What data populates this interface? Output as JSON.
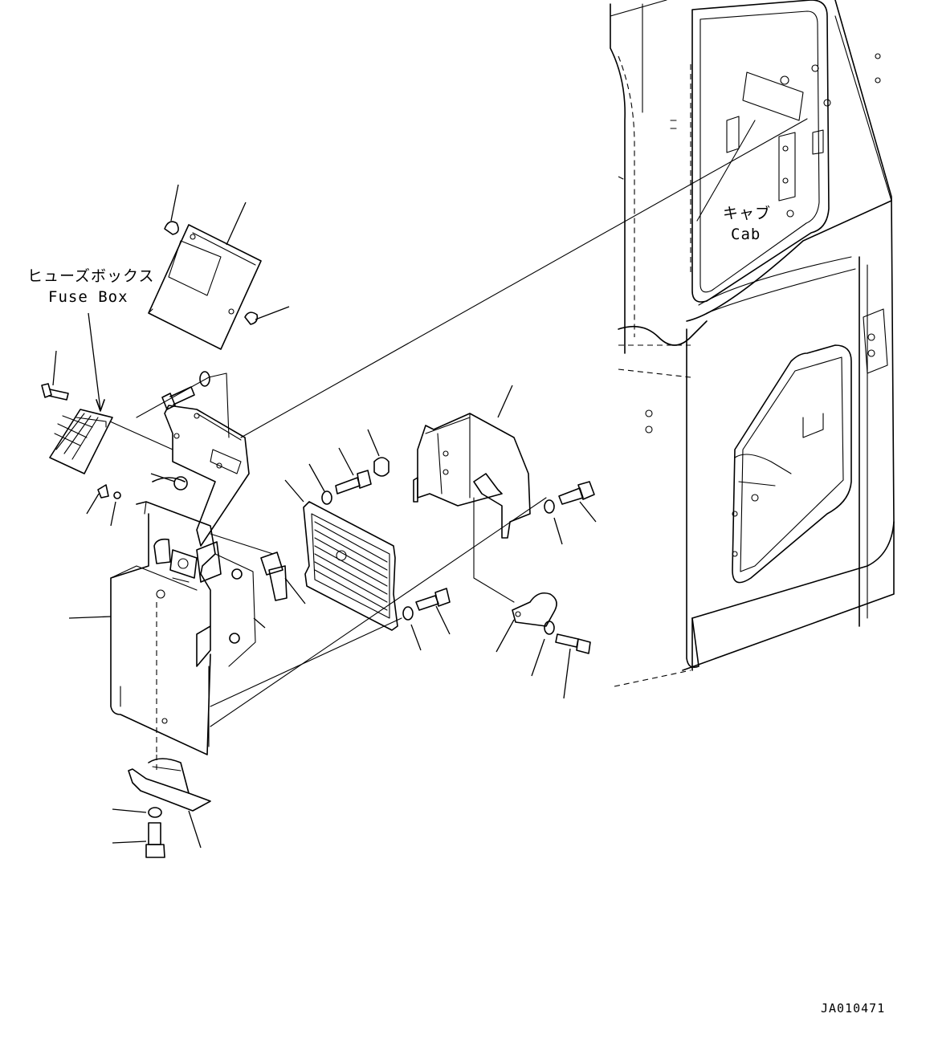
{
  "labels": {
    "fuse_box_jp": "ヒューズボックス",
    "fuse_box_en": "Fuse Box",
    "cab_jp": "キャブ",
    "cab_en": "Cab"
  },
  "drawing_code": "JA010471"
}
